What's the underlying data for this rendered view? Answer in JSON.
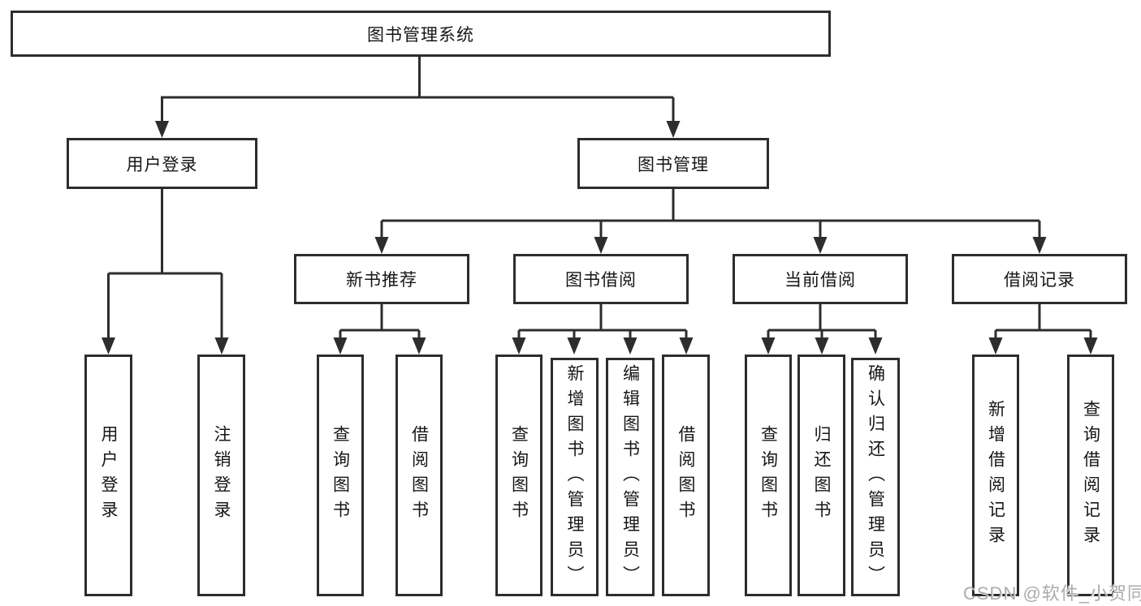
{
  "diagram": {
    "root": {
      "label": "图书管理系统"
    },
    "level2": [
      {
        "id": "user-login",
        "label": "用户登录"
      },
      {
        "id": "book-management",
        "label": "图书管理"
      }
    ],
    "level3": [
      {
        "id": "new-book-recommend",
        "parent": "图书管理",
        "label": "新书推荐"
      },
      {
        "id": "book-borrowing",
        "parent": "图书管理",
        "label": "图书借阅"
      },
      {
        "id": "current-borrowing",
        "parent": "图书管理",
        "label": "当前借阅"
      },
      {
        "id": "borrowing-records",
        "parent": "图书管理",
        "label": "借阅记录"
      }
    ],
    "leaves": [
      {
        "parent": "用户登录",
        "label": "用户登录"
      },
      {
        "parent": "用户登录",
        "label": "注销登录"
      },
      {
        "parent": "新书推荐",
        "label": "查询图书"
      },
      {
        "parent": "新书推荐",
        "label": "借阅图书"
      },
      {
        "parent": "图书借阅",
        "label": "查询图书"
      },
      {
        "parent": "图书借阅",
        "label": "新增图书（管理员）"
      },
      {
        "parent": "图书借阅",
        "label": "编辑图书（管理员）"
      },
      {
        "parent": "图书借阅",
        "label": "借阅图书"
      },
      {
        "parent": "当前借阅",
        "label": "查询图书"
      },
      {
        "parent": "当前借阅",
        "label": "归还图书"
      },
      {
        "parent": "当前借阅",
        "label": "确认归还（管理员）"
      },
      {
        "parent": "借阅记录",
        "label": "新增借阅记录"
      },
      {
        "parent": "借阅记录",
        "label": "查询借阅记录"
      }
    ],
    "watermark": {
      "text": "CSDN @软件_小贺同学"
    },
    "colors": {
      "line": "#2d2d2d",
      "box_border": "#2d2d2d",
      "text": "#161616",
      "background": "#ffffff",
      "watermark": "#ababab"
    }
  }
}
